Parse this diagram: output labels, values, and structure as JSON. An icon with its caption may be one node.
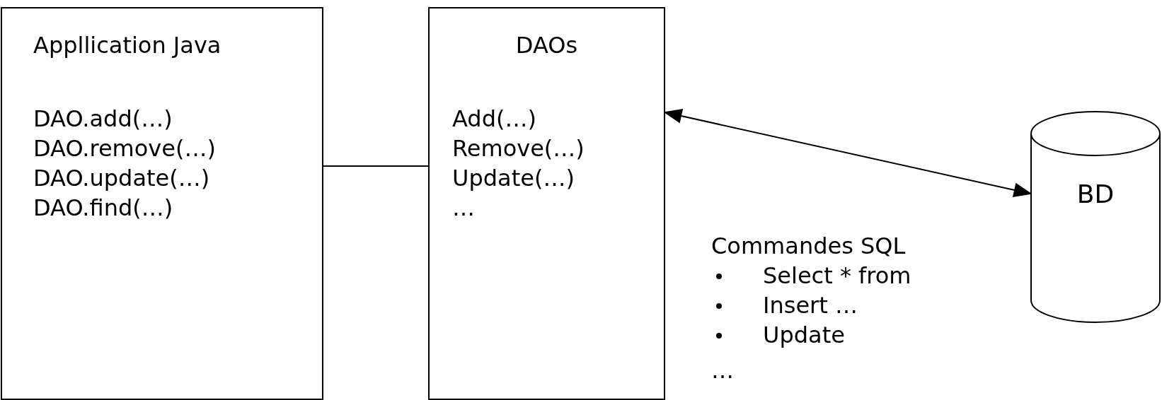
{
  "diagram": {
    "nodes": [
      {
        "text": [
          "Appllication Java",
          "DAO.add(…)",
          "DAO.remove(…)",
          "DAO.update(…)",
          "DAO.find(…)"
        ]
      },
      {
        "text": [
          "DAOs",
          "Add(…)",
          "Remove(…)",
          "Update(…)",
          "…"
        ]
      },
      {
        "text": [
          "BD"
        ]
      }
    ],
    "edges": [
      {
        "from": 0,
        "to": 1,
        "arrow": "none"
      },
      {
        "from": 1,
        "to": 2,
        "arrow": "both"
      }
    ],
    "labels": [
      "Commandes SQL",
      "Select * from",
      "Insert …",
      "Update",
      "…"
    ]
  }
}
